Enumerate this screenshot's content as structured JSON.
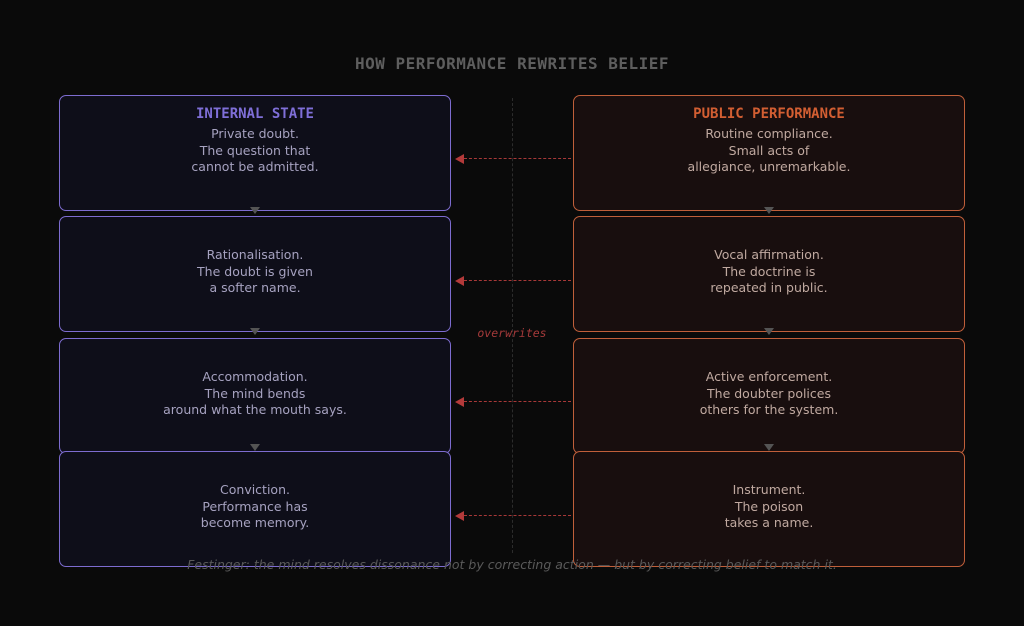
{
  "title": "HOW PERFORMANCE REWRITES BELIEF",
  "columns": {
    "internal": {
      "heading": "INTERNAL STATE",
      "color": "#7d6cd0"
    },
    "public": {
      "heading": "PUBLIC PERFORMANCE",
      "color": "#c05f3a"
    }
  },
  "rows": [
    {
      "internal": "Private doubt.\nThe question that\ncannot be admitted.",
      "public": "Routine compliance.\nSmall acts of\nallegiance, unremarkable."
    },
    {
      "internal": "Rationalisation.\nThe doubt is given\na softer name.",
      "public": "Vocal affirmation.\nThe doctrine is\nrepeated in public."
    },
    {
      "internal": "Accommodation.\nThe mind bends\naround what the mouth says.",
      "public": "Active enforcement.\nThe doubter polices\nothers for the system."
    },
    {
      "internal": "Conviction.\nPerformance has\nbecome memory.",
      "public": "Instrument.\nThe poison\ntakes a name."
    }
  ],
  "connector_label": "overwrites",
  "arrow_color": "#b33a3a",
  "footnote": "Festinger: the mind resolves dissonance not by correcting action — but by correcting belief to match it."
}
